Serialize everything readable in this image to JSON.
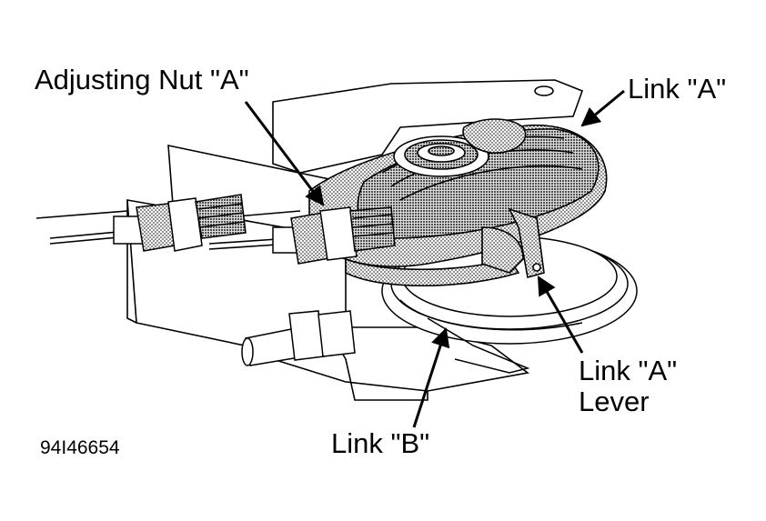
{
  "labels": {
    "adjusting_nut_a": "Adjusting Nut \"A\"",
    "link_a": "Link \"A\"",
    "link_a_lever_line1": "Link \"A\"",
    "link_a_lever_line2": "Lever",
    "link_b": "Link \"B\"",
    "figure_code": "94I46654"
  },
  "colors": {
    "ink": "#000000",
    "paper": "#ffffff",
    "stipple": "#9a9a9a"
  }
}
